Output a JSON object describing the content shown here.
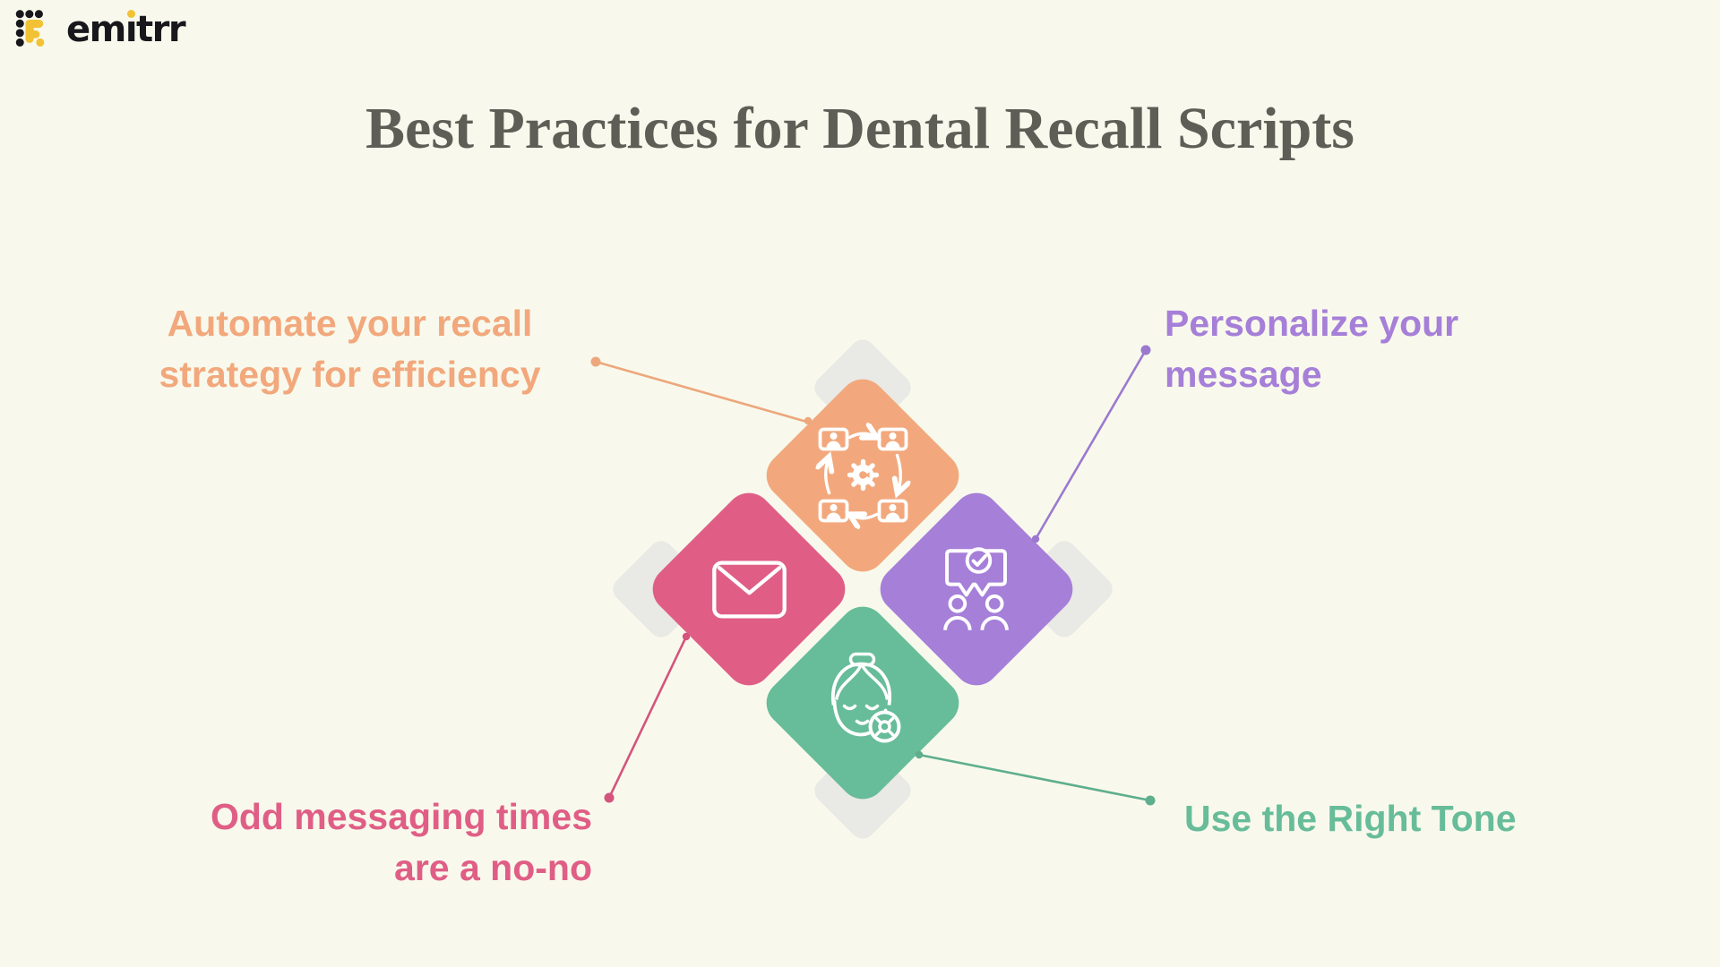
{
  "page": {
    "background": "#f8f9ec",
    "accent_diamond_gray": "#e9e9e5"
  },
  "logo": {
    "brand": "emitrr",
    "seg_before": "em",
    "seg_i": "ı",
    "seg_after": "trr",
    "text_color": "#17171c",
    "accent_color": "#f2c235"
  },
  "title": {
    "text": "Best Practices for Dental Recall Scripts",
    "color": "#5e5e57"
  },
  "practices": [
    {
      "label_lines": [
        "Automate your recall",
        "strategy for efficiency"
      ],
      "color": "#f2a87c",
      "line_color": "#eda77d",
      "icon": "automation-cycle-icon",
      "position": "top"
    },
    {
      "label_lines": [
        "Personalize your",
        "message"
      ],
      "color": "#a67fd8",
      "line_color": "#9b79cf",
      "icon": "approved-message-people-icon",
      "position": "right"
    },
    {
      "label_lines": [
        "Odd messaging times",
        "are a no-no"
      ],
      "color": "#e05e86",
      "line_color": "#d4547e",
      "icon": "envelope-icon",
      "position": "left"
    },
    {
      "label_lines": [
        "Use the Right Tone"
      ],
      "color": "#67bc99",
      "line_color": "#5fae8e",
      "icon": "calm-face-tone-icon",
      "position": "bottom"
    }
  ]
}
